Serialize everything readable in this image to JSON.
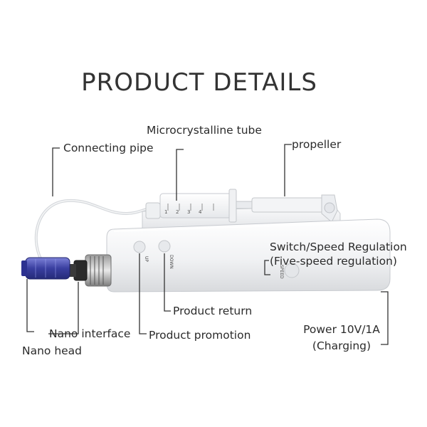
{
  "title": "PRODUCT DETAILS",
  "labels": {
    "microcrystalline_tube": "Microcrystalline tube",
    "connecting_pipe": "Connecting pipe",
    "propeller": "propeller",
    "switch_speed_line1": "Switch/Speed Regulation",
    "switch_speed_line2": "(Five-speed regulation)",
    "product_return": "Product return",
    "nano_interface": "Nano interface",
    "product_promotion": "Product promotion",
    "nano_head": "Nano head",
    "power_line1": "Power 10V/1A",
    "power_line2": "(Charging)"
  },
  "device_markings": {
    "up": "UP",
    "down": "DOWN",
    "speed": "SPEED",
    "syringe_scale": [
      "1",
      "2",
      "3",
      "4"
    ]
  },
  "colors": {
    "title": "#333333",
    "text": "#2b2b2b",
    "leader_line": "#333333",
    "device_body": "#f4f5f7",
    "nano_head": "#3a3fa0"
  }
}
